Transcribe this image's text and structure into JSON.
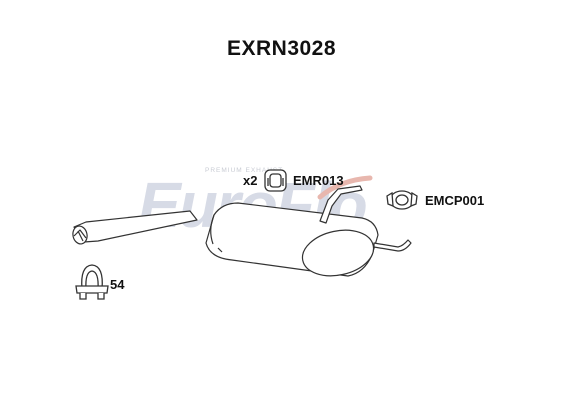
{
  "diagram": {
    "part_number": "EXRN3028",
    "watermark": {
      "brand": "EuroFlo",
      "tagline": "PREMIUM EXHAUST"
    },
    "parts": [
      {
        "id": "mount",
        "code": "EMR013",
        "quantity": "x2",
        "icon": "rubber-mount-icon"
      },
      {
        "id": "connector",
        "code": "EMCP001",
        "icon": "pipe-connector-icon"
      },
      {
        "id": "clamp",
        "code": "54",
        "icon": "u-clamp-icon"
      }
    ],
    "main_component": {
      "icon": "rear-silencer-icon"
    },
    "colors": {
      "line": "#333333",
      "text": "#111111",
      "watermark": "#d7dbe6",
      "watermark_accent": "#e8b7ae"
    }
  }
}
